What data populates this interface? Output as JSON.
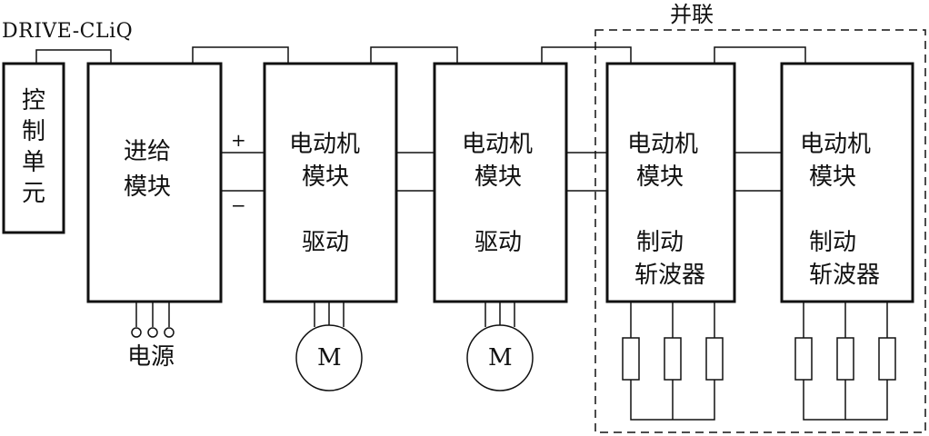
{
  "bus_label": "DRIVE-CLiQ",
  "parallel_label": "并联",
  "control_unit": {
    "text": "控\n制\n单\n元"
  },
  "feed_module": {
    "line1": "进给",
    "line2": "模块"
  },
  "power_label": "电源",
  "dc_plus": "+",
  "dc_minus": "−",
  "motor_modules": [
    {
      "line1": "电动机",
      "line2": "模块",
      "function1": "驱动",
      "function2": ""
    },
    {
      "line1": "电动机",
      "line2": "模块",
      "function1": "驱动",
      "function2": ""
    },
    {
      "line1": "电动机",
      "line2": "模块",
      "function1": "制动",
      "function2": "斩波器"
    },
    {
      "line1": "电动机",
      "line2": "模块",
      "function1": "制动",
      "function2": "斩波器"
    }
  ],
  "motor_symbol": "M",
  "colors": {
    "line": "#111111",
    "background": "#ffffff"
  }
}
